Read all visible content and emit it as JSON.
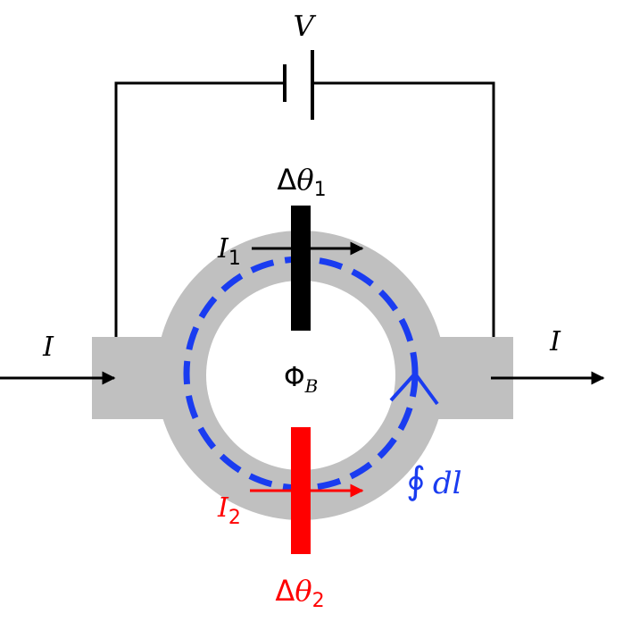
{
  "labels": {
    "voltage": "V",
    "current_in": "I",
    "current_out": "I",
    "junction1": {
      "delta": "Δ",
      "symbol": "θ",
      "subscript": "1"
    },
    "junction2": {
      "delta": "Δ",
      "symbol": "θ",
      "subscript": "2"
    },
    "current1": {
      "symbol": "I",
      "subscript": "1"
    },
    "current2": {
      "symbol": "I",
      "subscript": "2"
    },
    "flux": {
      "symbol": "Φ",
      "subscript": "B"
    },
    "loop_integral": {
      "symbol": "∮",
      "text": "dl"
    }
  },
  "colors": {
    "wire": "#000000",
    "ring": "#c0c0c0",
    "junction1": "#000000",
    "junction2": "#ff0000",
    "integration_path": "#1a3cf0",
    "background": "#ffffff"
  }
}
